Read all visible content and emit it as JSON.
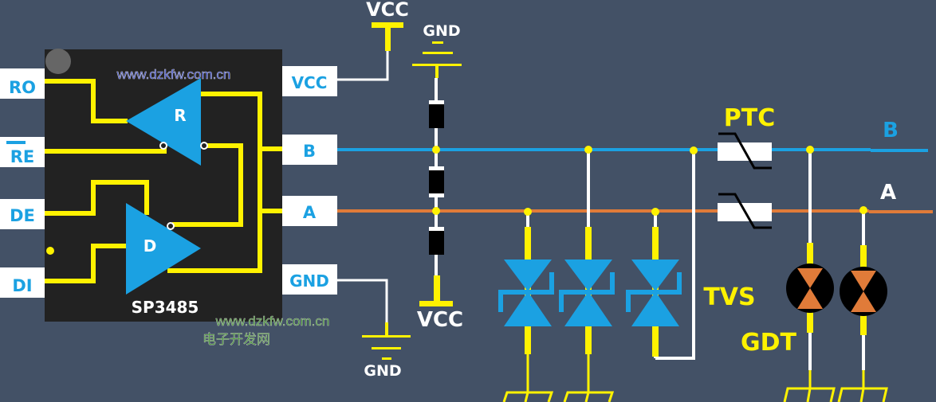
{
  "title": "RS485 interface protection circuit",
  "chip": {
    "name": "SP3485",
    "receiver_label": "R",
    "driver_label": "D",
    "left_pins": [
      "RO",
      "RE",
      "DE",
      "DI"
    ],
    "left_pin_overbar": "RE",
    "right_pins": [
      "VCC",
      "B",
      "A",
      "GND"
    ]
  },
  "power": {
    "vcc_top": "VCC",
    "gnd_top": "GND",
    "gnd_bottom": "GND",
    "vcc_bottom": "VCC"
  },
  "bus": {
    "b_label": "B",
    "a_label": "A",
    "b_color": "#1BA1E2",
    "a_color": "#E07B39"
  },
  "components": {
    "ptc_label": "PTC",
    "tvs_label": "TVS",
    "gdt_label": "GDT"
  },
  "watermark": {
    "url_top": "www.dzkfw.com.cn",
    "url_bottom": "www.dzkfw.com.cn",
    "site_name": "电子开发网"
  },
  "colors": {
    "background": "#435166",
    "chip_body": "#222222",
    "trace": "#FFF200",
    "amp": "#1BA1E2",
    "label_text": "#1BA1E2",
    "gdt_fill": "#E07B39"
  }
}
